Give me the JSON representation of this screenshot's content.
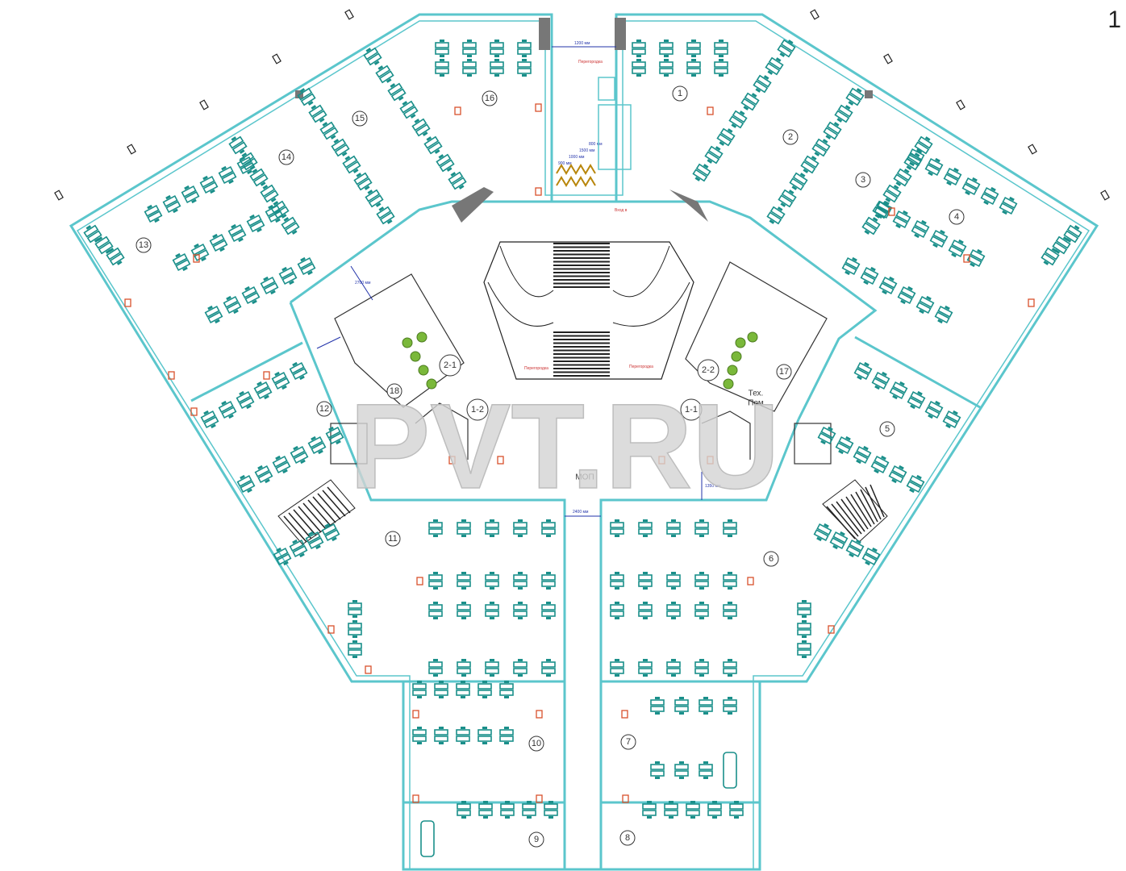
{
  "page_number": "1",
  "watermark": "PVT.RU",
  "rooms": [
    {
      "label": "1"
    },
    {
      "label": "2"
    },
    {
      "label": "3"
    },
    {
      "label": "4"
    },
    {
      "label": "5"
    },
    {
      "label": "6"
    },
    {
      "label": "7"
    },
    {
      "label": "8"
    },
    {
      "label": "9"
    },
    {
      "label": "10"
    },
    {
      "label": "11"
    },
    {
      "label": "12"
    },
    {
      "label": "13"
    },
    {
      "label": "14"
    },
    {
      "label": "15"
    },
    {
      "label": "16"
    },
    {
      "label": "17"
    },
    {
      "label": "18"
    },
    {
      "label": "1-1"
    },
    {
      "label": "1-2"
    },
    {
      "label": "2-1"
    },
    {
      "label": "2-2"
    }
  ],
  "central_label": "МОП",
  "tech_room_label": [
    "Тех.",
    "Пом"
  ],
  "dimensions": [
    "1200 мм",
    "2400 мм",
    "900 мм",
    "1000 мм",
    "1500 мм",
    "800 мм",
    "1350 мм",
    "2700 мм"
  ],
  "notes": [
    "Перегородка",
    "Перегородка",
    "Перегородка",
    "Вход в"
  ],
  "colors": {
    "wall": "#5bc6cc",
    "desk": "#1a8f8a",
    "stairs": "#222222",
    "shaft": "#666666",
    "marker": "#d9512c",
    "dimension": "#2233aa",
    "watermark": "#d3d3d3"
  }
}
